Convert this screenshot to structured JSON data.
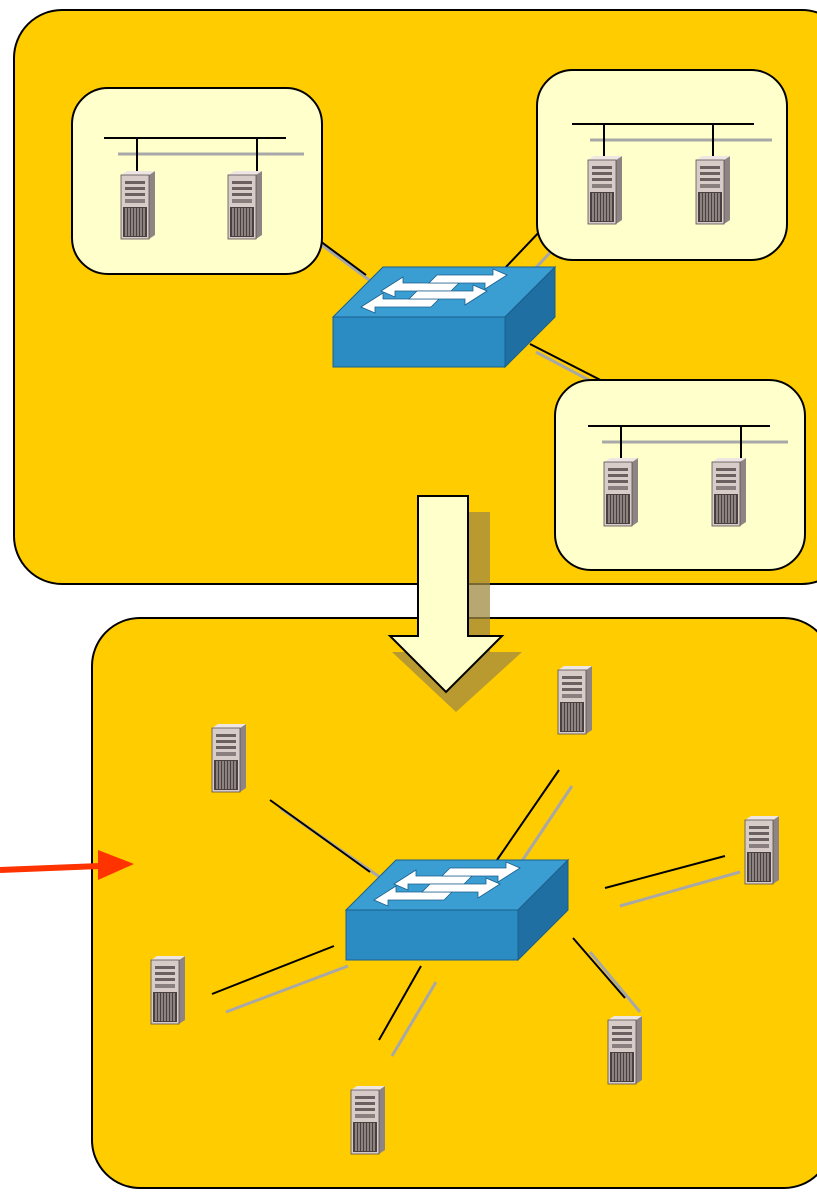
{
  "colors": {
    "panel_fill": "#FFCC00",
    "subnet_fill": "#FFFFCC",
    "switch_top": "#3B9ED3",
    "switch_front": "#2B8CC4",
    "switch_side": "#1F6FA3",
    "arrow_fill": "#FFFFCC",
    "pointer_arrow": "#FF3300",
    "cable": "#000000",
    "cable_shadow": "#A8A8A8",
    "server_body": "#D8CCC8",
    "server_dark": "#4A4040"
  },
  "top_panel": {
    "subnets": [
      {
        "name": "subnet-top-left",
        "servers": 2
      },
      {
        "name": "subnet-top-right",
        "servers": 2
      },
      {
        "name": "subnet-bottom-right",
        "servers": 2
      }
    ],
    "switch": "switch-icon"
  },
  "transition_arrow": "down-arrow-icon",
  "bottom_panel": {
    "switch": "switch-icon",
    "servers": 6
  },
  "pointer": "pointer-arrow-icon"
}
